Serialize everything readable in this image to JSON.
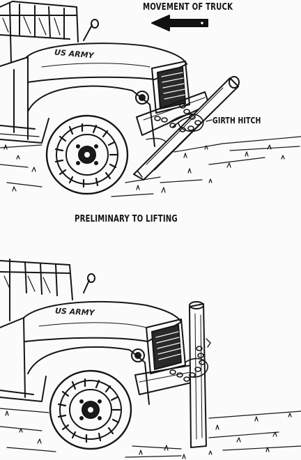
{
  "labels": {
    "movement": "MOVEMENT OF TRUCK",
    "girth_hitch": "GIRTH HITCH",
    "preliminary": "PRELIMINARY TO LIFTING",
    "us_army_top": "US ARMY",
    "us_army_bottom": "US ARMY"
  },
  "colors": {
    "ink": "#151515",
    "paper": "#fbfbfb",
    "shade": "#2a2a2a"
  }
}
